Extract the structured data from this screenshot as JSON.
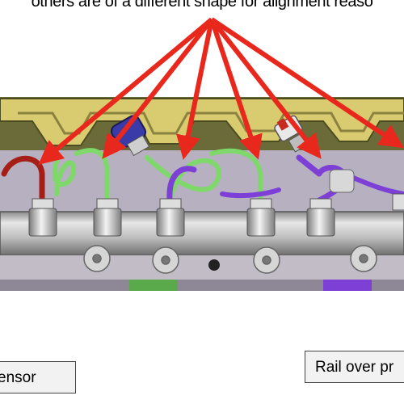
{
  "caption": "others are of a different shape for alignment reaso",
  "labels": {
    "left": "ensor",
    "right": "Rail over pr"
  },
  "colors": {
    "arrow": "#e8281c",
    "pipe_red": "#a51f17",
    "pipe_green": "#7fd86a",
    "pipe_purple": "#7d3fd6",
    "sensor_blue": "#3a3aa8",
    "rail_gray": "#c4c4c4",
    "cover_olive": "#7c7c3a",
    "cover_yellow": "#d9cb6f",
    "floor_green": "#5aa94a"
  }
}
